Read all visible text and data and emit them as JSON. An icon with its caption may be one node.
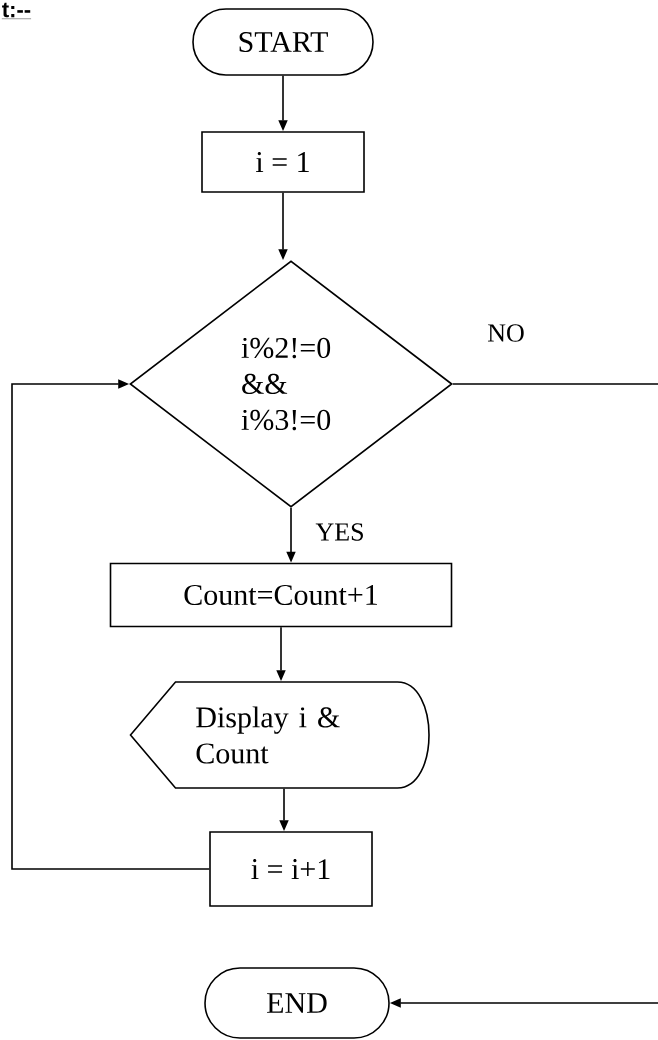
{
  "diagram": {
    "nodes": [
      {
        "text": [
          "START"
        ]
      },
      {
        "text": [
          "i = 1"
        ]
      },
      {
        "text": [
          "i%2!=0 && i%3!=0"
        ]
      },
      {
        "text": [
          "Count=Count+1"
        ]
      },
      {
        "text": [
          "Display i & Count"
        ]
      },
      {
        "text": [
          "i = i+1"
        ]
      },
      {
        "text": [
          "END"
        ]
      }
    ],
    "edges": [
      {
        "from": 0,
        "to": 1,
        "arrow": "to"
      },
      {
        "from": 1,
        "to": 2,
        "arrow": "to"
      },
      {
        "from": 2,
        "to": 3,
        "arrow": "to",
        "label": "YES"
      },
      {
        "from": 3,
        "to": 4,
        "arrow": "to"
      },
      {
        "from": 4,
        "to": 5,
        "arrow": "to"
      },
      {
        "from": 5,
        "to": 2,
        "arrow": "to"
      },
      {
        "from": 2,
        "to": 6,
        "arrow": "to",
        "label": "NO"
      }
    ],
    "labels": [
      "t:--"
    ]
  }
}
